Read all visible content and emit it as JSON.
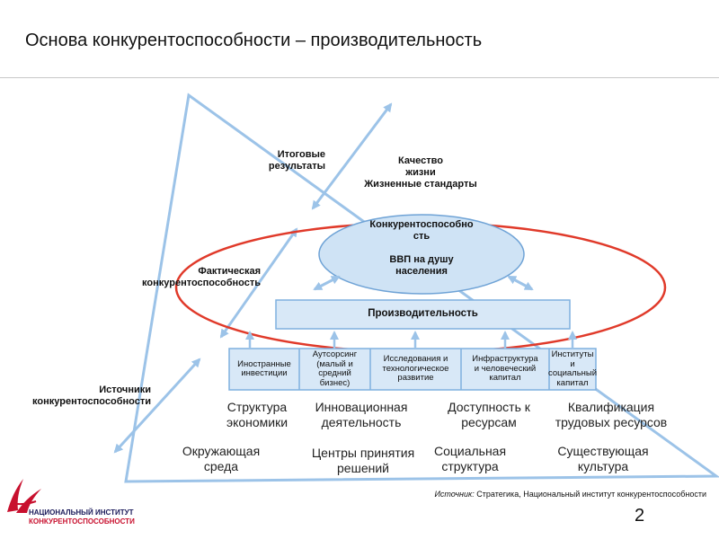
{
  "title": "Основа конкурентоспособности – производительность",
  "levels": {
    "final_results": "Итоговые результаты",
    "actual_competitiveness": "Фактическая конкурентоспособность",
    "sources": "Источники конкурентоспособности"
  },
  "quality_of_life": {
    "line1": "Качество",
    "line2": "жизни",
    "line3": "Жизненные стандарты"
  },
  "ellipse": {
    "line1": "Конкурентоспособно",
    "line2": "сть",
    "line3": "ВВП на душу",
    "line4": "населения"
  },
  "productivity": "Производительность",
  "columns": [
    {
      "lines": [
        "Иностранные",
        "инвестиции"
      ]
    },
    {
      "lines": [
        "Аутсорсинг",
        "(малый и",
        "средний",
        "бизнес)"
      ]
    },
    {
      "lines": [
        "Исследования и",
        "технологическое",
        "развитие"
      ]
    },
    {
      "lines": [
        "Инфраструктура",
        "и человеческий",
        "капитал"
      ]
    },
    {
      "lines": [
        "Институты и",
        "социальный",
        "капитал"
      ]
    }
  ],
  "factors_row1": [
    {
      "line1": "Структура",
      "line2": "экономики"
    },
    {
      "line1": "Инновационная",
      "line2": "деятельность"
    },
    {
      "line1": "Доступность к",
      "line2": "ресурсам"
    },
    {
      "line1": "Квалификация",
      "line2": "трудовых ресурсов"
    }
  ],
  "factors_row2": [
    {
      "line1": "Окружающая",
      "line2": "среда"
    },
    {
      "line1": "Центры принятия",
      "line2": "решений"
    },
    {
      "line1": "Социальная",
      "line2": "структура"
    },
    {
      "line1": "Существующая",
      "line2": "культура"
    }
  ],
  "source": {
    "prefix": "Источник:",
    "text": " Стратегика, Национальный институт конкурентоспособности"
  },
  "page_number": "2",
  "logo": {
    "line1": "НАЦИОНАЛЬНЫЙ ИНСТИТУТ",
    "line2": "КОНКУРЕНТОСПОСОБНОСТИ"
  },
  "colors": {
    "triangle": "#9cc3e8",
    "ellipse_fill": "#cfe3f5",
    "ellipse_stroke": "#6fa3d6",
    "red_oval": "#e03a2a",
    "box_fill": "#d8e8f7",
    "box_stroke": "#7fb0df",
    "logo_red": "#c8102e",
    "logo_blue": "#1a1a5a"
  }
}
